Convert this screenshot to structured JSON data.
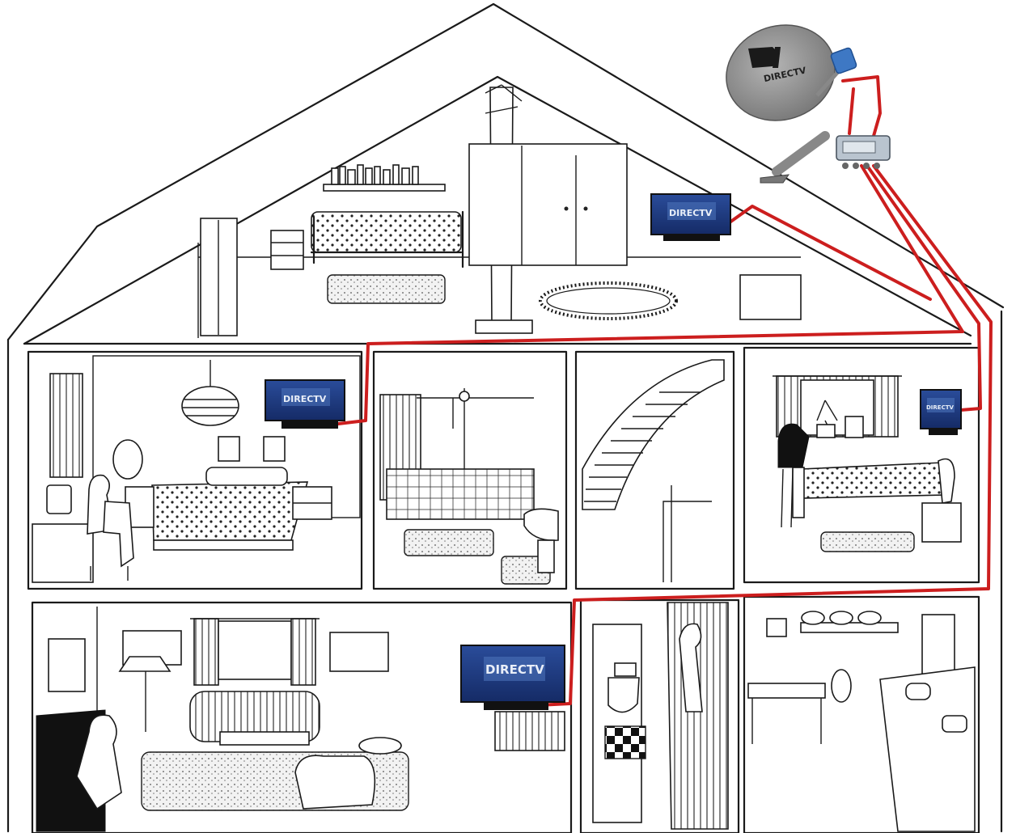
{
  "brand": {
    "logo_text": "DIRECTV",
    "dish_label": "DIRECTV"
  },
  "colors": {
    "cable": "#cc1e1e",
    "tv_screen": "#1f3c86",
    "tv_screen_light": "#5f86c9",
    "dish": "#8c8c8c",
    "lnb": "#3e78c4",
    "multiswitch": "#b9c4cf"
  },
  "icons": [
    "satellite-dish-icon",
    "multiswitch-icon",
    "tv-receiver-icon"
  ],
  "televisions": [
    {
      "room": "attic"
    },
    {
      "room": "master-bedroom"
    },
    {
      "room": "kids-bedroom"
    },
    {
      "room": "living-room"
    }
  ]
}
